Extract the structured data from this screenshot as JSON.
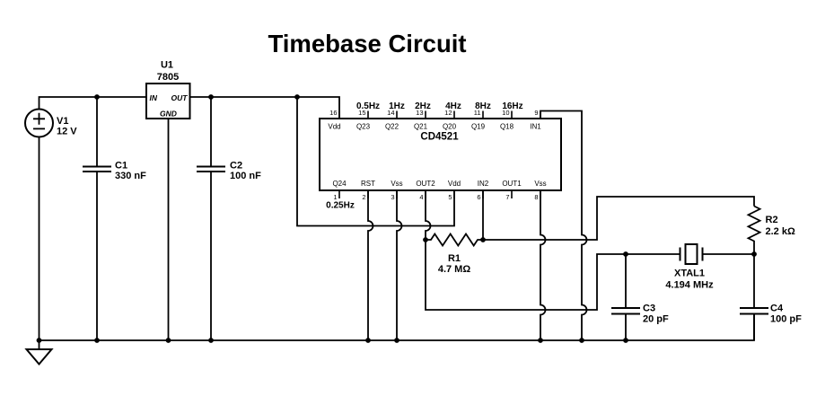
{
  "title": "Timebase Circuit",
  "colors": {
    "wire": "#000000",
    "background": "#ffffff"
  },
  "components": {
    "v1": {
      "ref": "V1",
      "value": "12 V"
    },
    "u1": {
      "ref": "U1",
      "part": "7805",
      "pin_in": "IN",
      "pin_out": "OUT",
      "pin_gnd": "GND"
    },
    "c1": {
      "ref": "C1",
      "value": "330 nF"
    },
    "c2": {
      "ref": "C2",
      "value": "100 nF"
    },
    "r1": {
      "ref": "R1",
      "value": "4.7 MΩ"
    },
    "r2": {
      "ref": "R2",
      "value": "2.2 kΩ"
    },
    "xtal1": {
      "ref": "XTAL1",
      "value": "4.194 MHz"
    },
    "c3": {
      "ref": "C3",
      "value": "20 pF"
    },
    "c4": {
      "ref": "C4",
      "value": "100 pF"
    },
    "ic": {
      "name": "CD4521",
      "top_pins": [
        {
          "num": "16",
          "label": "Vdd",
          "freq": ""
        },
        {
          "num": "15",
          "label": "Q23",
          "freq": "0.5Hz"
        },
        {
          "num": "14",
          "label": "Q22",
          "freq": "1Hz"
        },
        {
          "num": "13",
          "label": "Q21",
          "freq": "2Hz"
        },
        {
          "num": "12",
          "label": "Q20",
          "freq": "4Hz"
        },
        {
          "num": "11",
          "label": "Q19",
          "freq": "8Hz"
        },
        {
          "num": "10",
          "label": "Q18",
          "freq": "16Hz"
        },
        {
          "num": "9",
          "label": "IN1",
          "freq": ""
        }
      ],
      "bottom_pins": [
        {
          "num": "1",
          "label": "Q24",
          "freq": "0.25Hz"
        },
        {
          "num": "2",
          "label": "RST",
          "freq": ""
        },
        {
          "num": "3",
          "label": "Vss",
          "freq": ""
        },
        {
          "num": "4",
          "label": "OUT2",
          "freq": ""
        },
        {
          "num": "5",
          "label": "Vdd",
          "freq": ""
        },
        {
          "num": "6",
          "label": "IN2",
          "freq": ""
        },
        {
          "num": "7",
          "label": "OUT1",
          "freq": ""
        },
        {
          "num": "8",
          "label": "Vss",
          "freq": ""
        }
      ]
    }
  }
}
